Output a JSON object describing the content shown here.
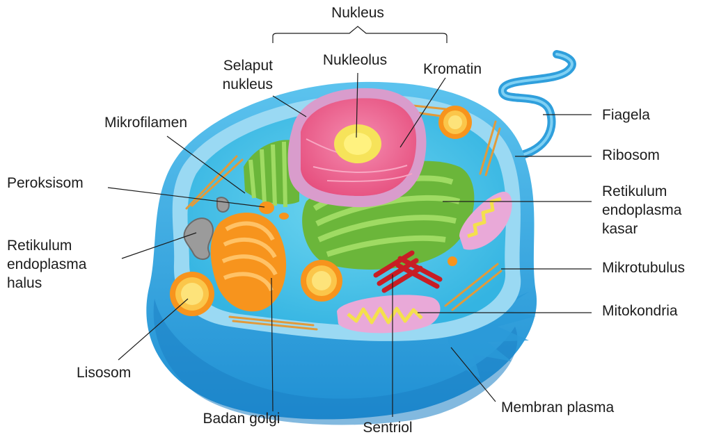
{
  "labels": {
    "nucleus": "Nukleus",
    "nucleolus": "Nukleolus",
    "kromatin": "Kromatin",
    "selaput_1": "Selaput",
    "selaput_2": "nukleus",
    "mikrofilamen": "Mikrofilamen",
    "peroksisom": "Peroksisom",
    "re_halus_1": "Retikulum",
    "re_halus_2": "endoplasma",
    "re_halus_3": "halus",
    "lisosom": "Lisosom",
    "badan_golgi": "Badan golgi",
    "sentriol": "Sentriol",
    "membran": "Membran plasma",
    "flagela": "Fiagela",
    "ribosom": "Ribosom",
    "re_kasar_1": "Retikulum",
    "re_kasar_2": "endoplasma",
    "re_kasar_3": "kasar",
    "mikrotubulus": "Mikrotubulus",
    "mitokondria": "Mitokondria"
  },
  "colors": {
    "membrane_outer": "#3aa8e0",
    "membrane_inner": "#8fd3f2",
    "cytoplasm": "#43c1e8",
    "nucleus_envelope": "#d99ccc",
    "nucleus_inside": "#f06a9a",
    "nucleolus": "#f6e35a",
    "rough_er": "#7cc242",
    "golgi": "#f7941d",
    "lysosome": "#fbb034",
    "mitochondria": "#e9a9d8",
    "centriole": "#d7262e",
    "microtubule": "#e8a035"
  }
}
